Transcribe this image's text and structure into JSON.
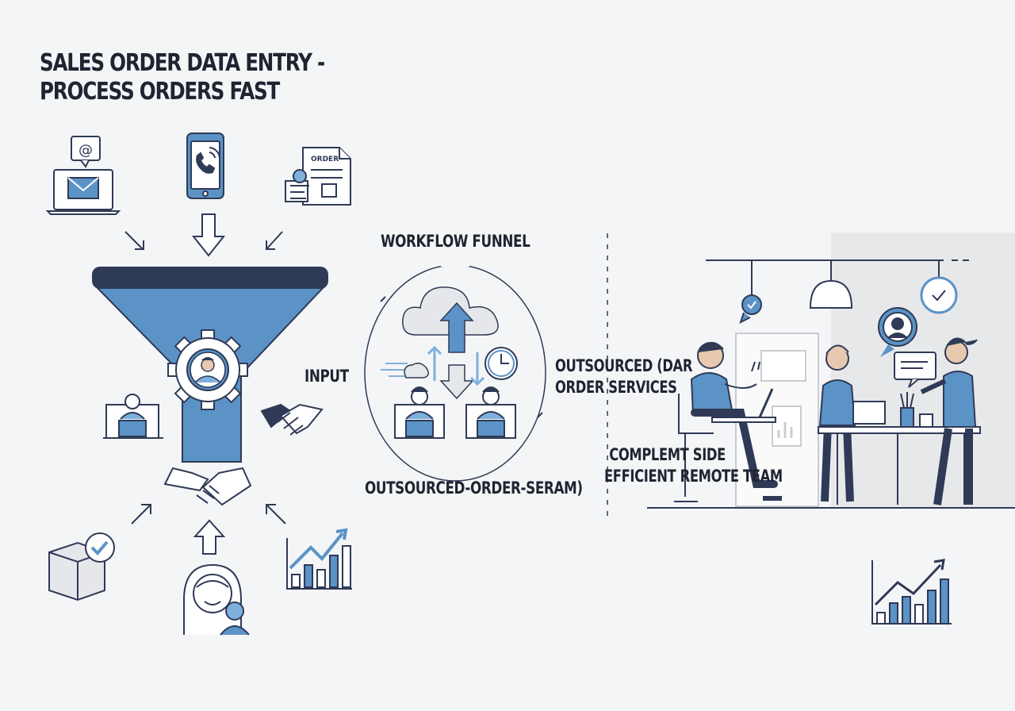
{
  "title": {
    "line1": "SALES ORDER DATA ENTRY -",
    "line2": "PROCESS ORDERS FAST"
  },
  "labels": {
    "input": "INPUT",
    "workflow_funnel": "WORKFLOW FUNNEL",
    "outsourced_line1": "OUTSOURCED (DAR",
    "outsourced_line2": "ORDER SERVICES",
    "outsourced_order_seram": "OUTSOURCED-ORDER-SERAM)",
    "complement_line1": "COMPLEMT SIDE",
    "complement_line2": "EFFICIENT REMOTE TEAM",
    "order_doc": "ORDER"
  },
  "icons": [
    "email-laptop-icon",
    "phone-icon",
    "order-document-icon",
    "funnel-icon",
    "gear-person-icon",
    "handshake-icon",
    "package-check-icon",
    "growth-chart-icon",
    "customer-icon",
    "cloud-sync-icon",
    "clock-icon",
    "remote-worker-icon"
  ],
  "colors": {
    "accent_blue": "#5b93c7",
    "light_blue": "#7fb0dc",
    "dark_navy": "#2f3a56",
    "background": "#f4f5f7",
    "panel_gray": "#e6e7ea"
  }
}
